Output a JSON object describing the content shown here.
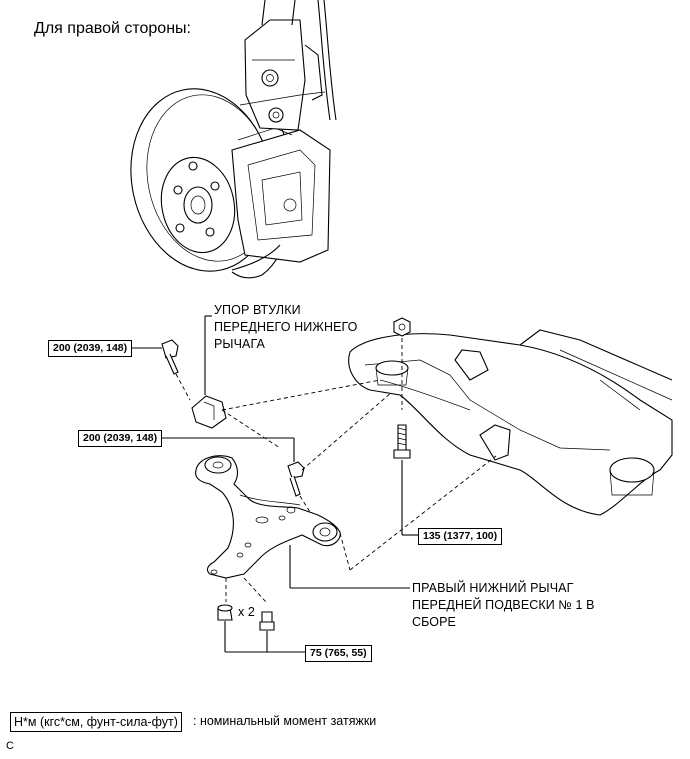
{
  "header": {
    "title": "Для правой стороны:"
  },
  "callouts": {
    "bushing_stopper": [
      "УПОР ВТУЛКИ",
      "ПЕРЕДНЕГО НИЖНЕГО",
      "РЫЧАГА"
    ],
    "lower_arm": [
      "ПРАВЫЙ НИЖНИЙ РЫЧАГ",
      "ПЕРЕДНЕЙ ПОДВЕСКИ № 1 В",
      "СБОРЕ"
    ],
    "quantity": "x 2"
  },
  "torques": {
    "t1": "200 (2039, 148)",
    "t2": "200 (2039, 148)",
    "t3": "135 (1377, 100)",
    "t4": "75 (765, 55)"
  },
  "legend": {
    "units": "Н*м (кгс*см, фунт-сила-фут)",
    "description": ": номинальный момент затяжки"
  },
  "footer": {
    "code": "C"
  }
}
